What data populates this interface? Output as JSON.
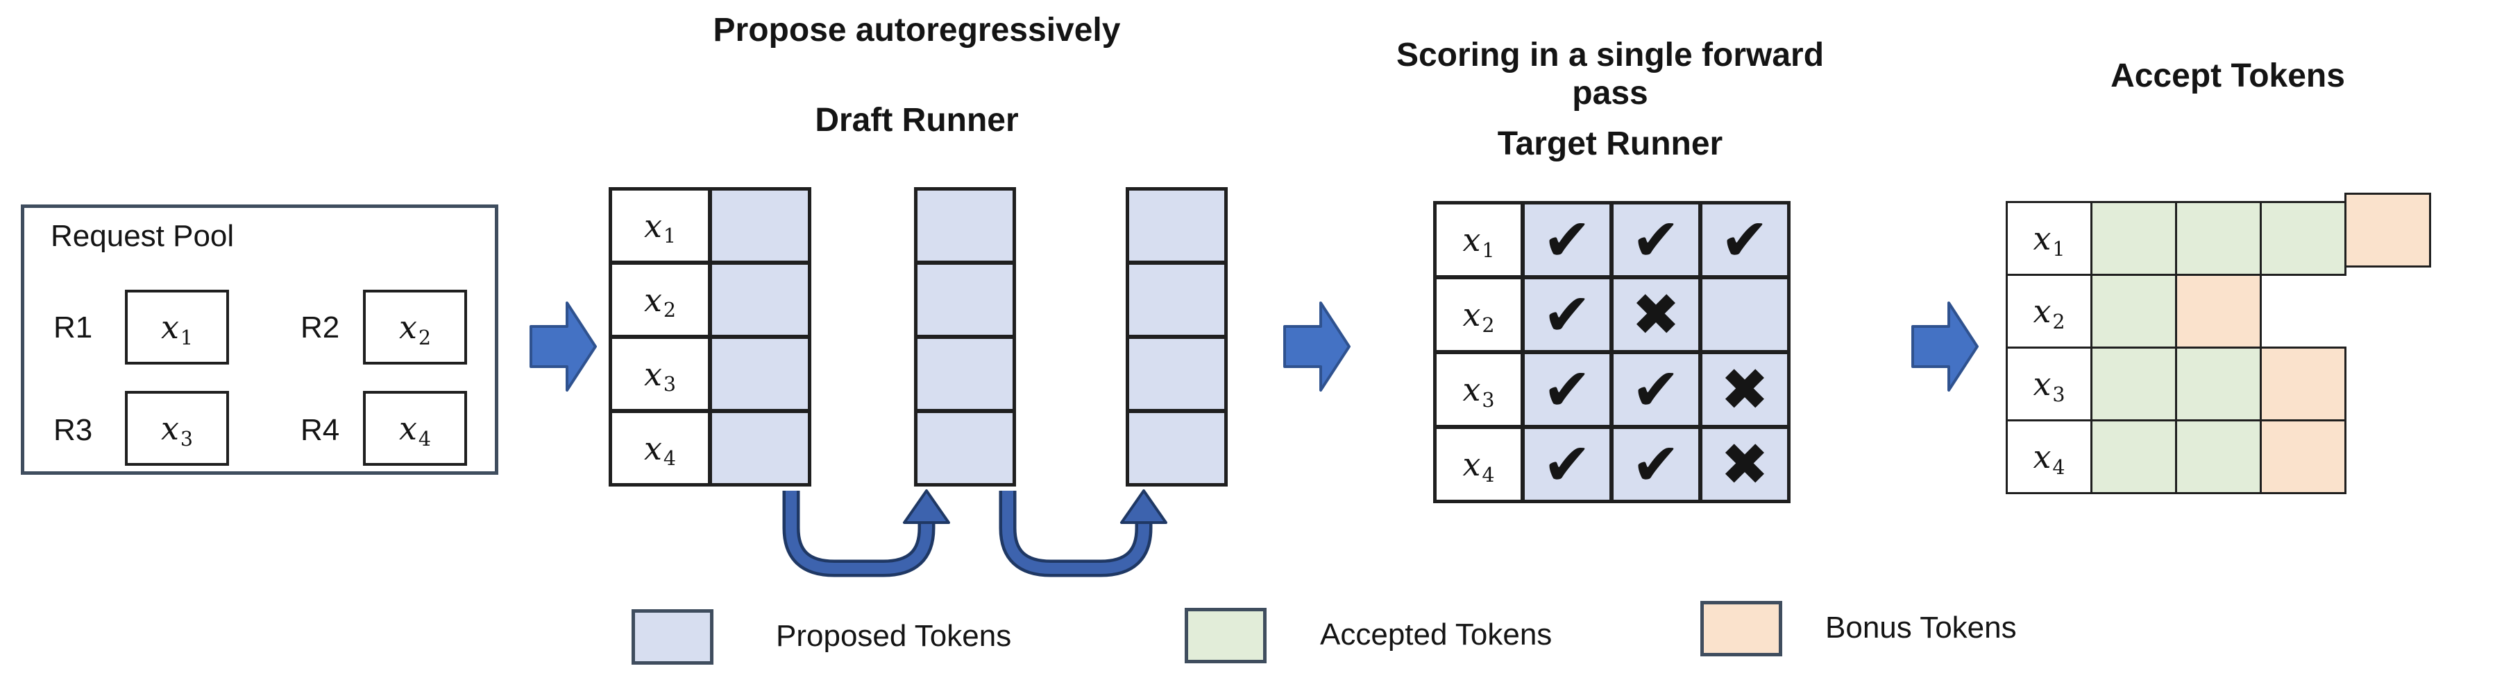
{
  "titles": {
    "propose": "Propose autoregressively",
    "draft_runner": "Draft Runner",
    "scoring": "Scoring in a single forward pass",
    "target_runner": "Target Runner",
    "accept": "Accept Tokens"
  },
  "request_pool": {
    "title": "Request Pool",
    "requests": [
      {
        "label": "R1",
        "token": "x",
        "sub": "1"
      },
      {
        "label": "R2",
        "token": "x",
        "sub": "2"
      },
      {
        "label": "R3",
        "token": "x",
        "sub": "3"
      },
      {
        "label": "R4",
        "token": "x",
        "sub": "4"
      }
    ]
  },
  "draft": {
    "rows": [
      {
        "token": "x",
        "sub": "1"
      },
      {
        "token": "x",
        "sub": "2"
      },
      {
        "token": "x",
        "sub": "3"
      },
      {
        "token": "x",
        "sub": "4"
      }
    ],
    "proposal_steps": 3
  },
  "target": {
    "rows": [
      {
        "token": "x",
        "sub": "1",
        "marks": [
          "✔",
          "✔",
          "✔"
        ]
      },
      {
        "token": "x",
        "sub": "2",
        "marks": [
          "✔",
          "✖",
          ""
        ]
      },
      {
        "token": "x",
        "sub": "3",
        "marks": [
          "✔",
          "✔",
          "✖"
        ]
      },
      {
        "token": "x",
        "sub": "4",
        "marks": [
          "✔",
          "✔",
          "✖"
        ]
      }
    ]
  },
  "accept": {
    "rows": [
      {
        "token": "x",
        "sub": "1",
        "cells": [
          "accepted",
          "accepted",
          "accepted",
          "bonus"
        ]
      },
      {
        "token": "x",
        "sub": "2",
        "cells": [
          "accepted",
          "bonus"
        ]
      },
      {
        "token": "x",
        "sub": "3",
        "cells": [
          "accepted",
          "accepted",
          "bonus"
        ]
      },
      {
        "token": "x",
        "sub": "4",
        "cells": [
          "accepted",
          "accepted",
          "bonus"
        ]
      }
    ]
  },
  "legend": {
    "items": [
      {
        "label": "Proposed Tokens",
        "type": "proposed"
      },
      {
        "label": "Accepted Tokens",
        "type": "accepted"
      },
      {
        "label": "Bonus Tokens",
        "type": "bonus"
      }
    ]
  },
  "colors": {
    "proposed": "#D7DEF0",
    "accepted": "#E2EDD9",
    "bonus": "#FAE2CC",
    "arrow_fill": "#4472C4",
    "arrow_stroke": "#2F528F",
    "cell_border": "#1F1F1F",
    "box_border": "#3F4D5E"
  }
}
